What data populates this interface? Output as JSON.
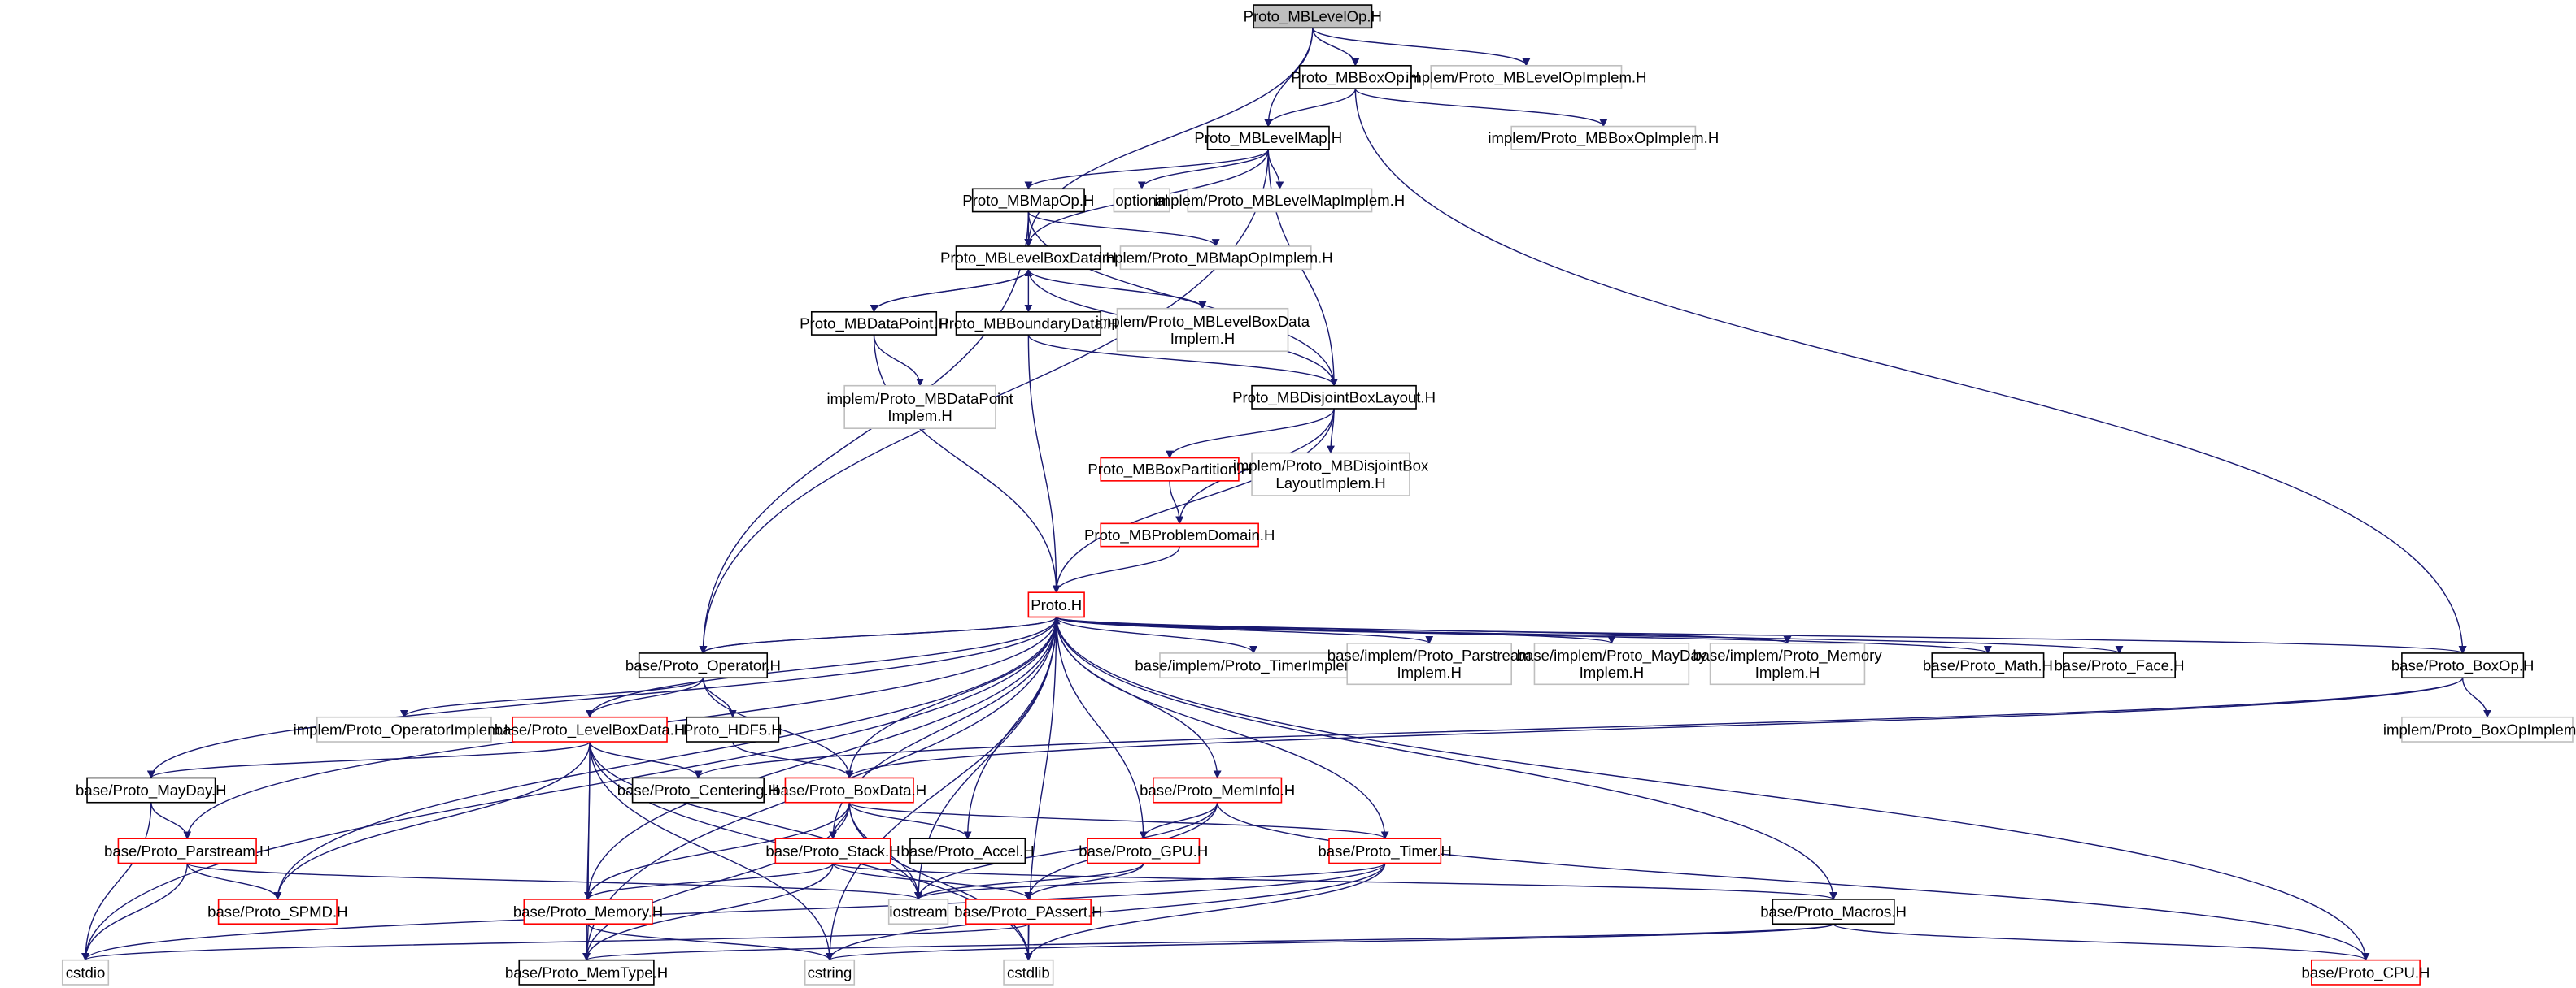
{
  "graph": {
    "colors": {
      "edge": "#191970",
      "root_fill": "#bfbfbf",
      "documented_border": "#000000",
      "truncated_border": "#ff0000",
      "external_border": "#bfbfbf"
    },
    "nodes": [
      {
        "id": 0,
        "label": "Proto_MBLevelOp.H",
        "kind": "root"
      },
      {
        "id": 1,
        "label": "Proto_MBBoxOp.H",
        "kind": "documented"
      },
      {
        "id": 2,
        "label": "implem/Proto_MBLevelOpImplem.H",
        "kind": "external"
      },
      {
        "id": 3,
        "label": "Proto_MBLevelMap.H",
        "kind": "documented"
      },
      {
        "id": 4,
        "label": "implem/Proto_MBBoxOpImplem.H",
        "kind": "external"
      },
      {
        "id": 5,
        "label": "Proto_MBMapOp.H",
        "kind": "documented"
      },
      {
        "id": 6,
        "label": "optional",
        "kind": "external"
      },
      {
        "id": 7,
        "label": "implem/Proto_MBLevelMapImplem.H",
        "kind": "external"
      },
      {
        "id": 8,
        "label": "Proto_MBLevelBoxData.H",
        "kind": "documented"
      },
      {
        "id": 9,
        "label": "implem/Proto_MBMapOpImplem.H",
        "kind": "external"
      },
      {
        "id": 10,
        "label": "Proto_MBDataPoint.H",
        "kind": "documented"
      },
      {
        "id": 11,
        "label": "Proto_MBBoundaryData.H",
        "kind": "documented"
      },
      {
        "id": 12,
        "label": "implem/Proto_MBLevelBoxData\nImplem.H",
        "kind": "external"
      },
      {
        "id": 13,
        "label": "implem/Proto_MBDataPoint\nImplem.H",
        "kind": "external"
      },
      {
        "id": 14,
        "label": "Proto_MBDisjointBoxLayout.H",
        "kind": "documented"
      },
      {
        "id": 15,
        "label": "Proto_MBBoxPartition.H",
        "kind": "truncated"
      },
      {
        "id": 16,
        "label": "implem/Proto_MBDisjointBox\nLayoutImplem.H",
        "kind": "external"
      },
      {
        "id": 17,
        "label": "Proto_MBProblemDomain.H",
        "kind": "truncated"
      },
      {
        "id": 18,
        "label": "Proto.H",
        "kind": "truncated"
      },
      {
        "id": 19,
        "label": "base/Proto_Operator.H",
        "kind": "documented"
      },
      {
        "id": 20,
        "label": "base/implem/Proto_TimerImplem.H",
        "kind": "external"
      },
      {
        "id": 21,
        "label": "base/implem/Proto_Parstream\nImplem.H",
        "kind": "external"
      },
      {
        "id": 22,
        "label": "base/implem/Proto_MayDay\nImplem.H",
        "kind": "external"
      },
      {
        "id": 23,
        "label": "base/implem/Proto_Memory\nImplem.H",
        "kind": "external"
      },
      {
        "id": 24,
        "label": "base/Proto_Math.H",
        "kind": "documented"
      },
      {
        "id": 25,
        "label": "base/Proto_Face.H",
        "kind": "documented"
      },
      {
        "id": 26,
        "label": "base/Proto_BoxOp.H",
        "kind": "documented"
      },
      {
        "id": 27,
        "label": "implem/Proto_OperatorImplem.H",
        "kind": "external"
      },
      {
        "id": 28,
        "label": "base/Proto_LevelBoxData.H",
        "kind": "truncated"
      },
      {
        "id": 29,
        "label": "Proto_HDF5.H",
        "kind": "documented"
      },
      {
        "id": 30,
        "label": "implem/Proto_BoxOpImplem.H",
        "kind": "external"
      },
      {
        "id": 31,
        "label": "base/Proto_MayDay.H",
        "kind": "documented"
      },
      {
        "id": 32,
        "label": "base/Proto_Centering.H",
        "kind": "documented"
      },
      {
        "id": 33,
        "label": "base/Proto_BoxData.H",
        "kind": "truncated"
      },
      {
        "id": 34,
        "label": "base/Proto_MemInfo.H",
        "kind": "truncated"
      },
      {
        "id": 35,
        "label": "base/Proto_Parstream.H",
        "kind": "truncated"
      },
      {
        "id": 36,
        "label": "base/Proto_Stack.H",
        "kind": "truncated"
      },
      {
        "id": 37,
        "label": "base/Proto_Accel.H",
        "kind": "documented"
      },
      {
        "id": 38,
        "label": "base/Proto_GPU.H",
        "kind": "truncated"
      },
      {
        "id": 39,
        "label": "base/Proto_Timer.H",
        "kind": "truncated"
      },
      {
        "id": 40,
        "label": "base/Proto_SPMD.H",
        "kind": "truncated"
      },
      {
        "id": 41,
        "label": "base/Proto_Memory.H",
        "kind": "truncated"
      },
      {
        "id": 42,
        "label": "iostream",
        "kind": "external"
      },
      {
        "id": 43,
        "label": "base/Proto_PAssert.H",
        "kind": "truncated"
      },
      {
        "id": 44,
        "label": "base/Proto_Macros.H",
        "kind": "documented"
      },
      {
        "id": 45,
        "label": "cstdio",
        "kind": "external"
      },
      {
        "id": 46,
        "label": "base/Proto_MemType.H",
        "kind": "documented"
      },
      {
        "id": 47,
        "label": "cstring",
        "kind": "external"
      },
      {
        "id": 48,
        "label": "cstdlib",
        "kind": "external"
      },
      {
        "id": 49,
        "label": "base/Proto_CPU.H",
        "kind": "truncated"
      }
    ],
    "edges": [
      [
        0,
        1
      ],
      [
        0,
        2
      ],
      [
        0,
        3
      ],
      [
        0,
        8
      ],
      [
        1,
        3
      ],
      [
        1,
        4
      ],
      [
        1,
        26
      ],
      [
        3,
        5
      ],
      [
        3,
        6
      ],
      [
        3,
        7
      ],
      [
        3,
        8
      ],
      [
        3,
        14
      ],
      [
        3,
        19
      ],
      [
        5,
        8
      ],
      [
        5,
        9
      ],
      [
        5,
        14
      ],
      [
        5,
        19
      ],
      [
        8,
        10
      ],
      [
        8,
        11
      ],
      [
        8,
        12
      ],
      [
        8,
        14
      ],
      [
        10,
        8
      ],
      [
        10,
        13
      ],
      [
        10,
        18
      ],
      [
        11,
        14
      ],
      [
        11,
        18
      ],
      [
        14,
        15
      ],
      [
        14,
        16
      ],
      [
        14,
        17
      ],
      [
        14,
        18
      ],
      [
        15,
        17
      ],
      [
        17,
        18
      ],
      [
        18,
        19
      ],
      [
        18,
        20
      ],
      [
        18,
        21
      ],
      [
        18,
        22
      ],
      [
        18,
        23
      ],
      [
        18,
        24
      ],
      [
        18,
        25
      ],
      [
        18,
        26
      ],
      [
        18,
        28
      ],
      [
        18,
        31
      ],
      [
        18,
        35
      ],
      [
        18,
        40
      ],
      [
        18,
        45
      ],
      [
        18,
        46
      ],
      [
        18,
        33
      ],
      [
        18,
        36
      ],
      [
        18,
        37
      ],
      [
        18,
        38
      ],
      [
        18,
        34
      ],
      [
        18,
        39
      ],
      [
        18,
        42
      ],
      [
        18,
        44
      ],
      [
        18,
        49
      ],
      [
        18,
        47
      ],
      [
        18,
        48
      ],
      [
        18,
        41
      ],
      [
        19,
        18
      ],
      [
        19,
        27
      ],
      [
        19,
        28
      ],
      [
        19,
        29
      ],
      [
        19,
        33
      ],
      [
        26,
        30
      ],
      [
        26,
        32
      ],
      [
        26,
        33
      ],
      [
        28,
        31
      ],
      [
        28,
        32
      ],
      [
        28,
        40
      ],
      [
        28,
        41
      ],
      [
        28,
        42
      ],
      [
        28,
        46
      ],
      [
        28,
        47
      ],
      [
        28,
        48
      ],
      [
        29,
        33
      ],
      [
        31,
        35
      ],
      [
        31,
        45
      ],
      [
        33,
        36
      ],
      [
        33,
        37
      ],
      [
        33,
        41
      ],
      [
        33,
        42
      ],
      [
        33,
        46
      ],
      [
        33,
        39
      ],
      [
        33,
        48
      ],
      [
        34,
        38
      ],
      [
        34,
        42
      ],
      [
        34,
        43
      ],
      [
        34,
        49
      ],
      [
        35,
        40
      ],
      [
        35,
        42
      ],
      [
        35,
        45
      ],
      [
        36,
        41
      ],
      [
        36,
        43
      ],
      [
        36,
        46
      ],
      [
        36,
        44
      ],
      [
        38,
        42
      ],
      [
        38,
        43
      ],
      [
        39,
        42
      ],
      [
        39,
        47
      ],
      [
        39,
        48
      ],
      [
        39,
        45
      ],
      [
        41,
        46
      ],
      [
        41,
        47
      ],
      [
        43,
        45
      ],
      [
        43,
        48
      ],
      [
        44,
        49
      ],
      [
        44,
        46
      ],
      [
        44,
        47
      ]
    ]
  }
}
